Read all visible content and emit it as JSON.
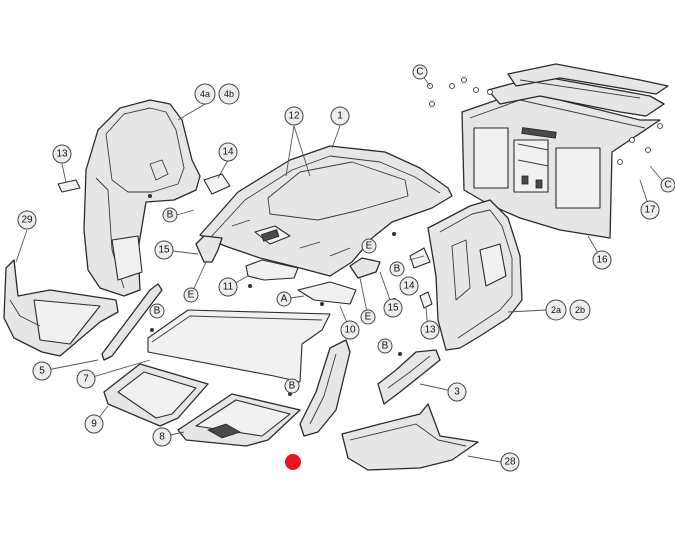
{
  "callouts": {
    "c1": "1",
    "c2a": "2a",
    "c2b": "2b",
    "c3": "3",
    "c4a": "4a",
    "c4b": "4b",
    "c5": "5",
    "c7": "7",
    "c8": "8",
    "c9": "9",
    "c10": "10",
    "c11": "11",
    "c12": "12",
    "c13_left": "13",
    "c13_right": "13",
    "c14_left": "14",
    "c14_right": "14",
    "c15_left": "15",
    "c15_right": "15",
    "c16": "16",
    "c17": "17",
    "c28": "28",
    "c29": "29",
    "cA": "A",
    "cB_1": "B",
    "cB_2": "B",
    "cB_3": "B",
    "cB_4": "B",
    "cB_5": "B",
    "cC_top": "C",
    "cC_right": "C",
    "cE_1": "E",
    "cE_2": "E",
    "cE_3": "E"
  },
  "colors": {
    "part_fill": "#e6e6e6",
    "outline": "#2b2b2b",
    "callout_fill": "#eeeeee",
    "marker": "#e8141e"
  }
}
